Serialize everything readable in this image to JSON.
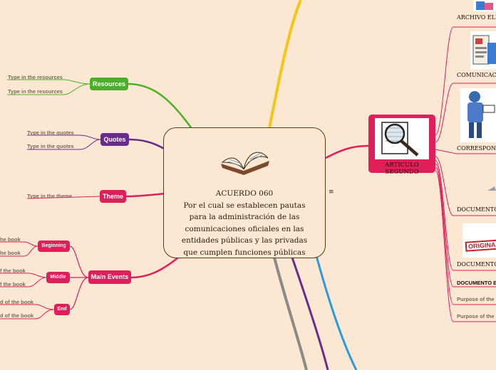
{
  "central": {
    "title_lines": [
      "ACUERDO 060",
      "Por el cual se establecen pautas",
      "para la administración de las",
      "comunicaciones oficiales en las",
      "entidades públicas y las privadas",
      "que cumplen funciones públicas"
    ]
  },
  "left": {
    "resources": {
      "label": "Resources",
      "color": "#4caf2a",
      "leaves": [
        "Type in the resources",
        "Type in the resources"
      ]
    },
    "quotes": {
      "label": "Quotes",
      "color": "#6a2c8c",
      "leaves": [
        "Type in the quotes",
        "Type in the quotes"
      ]
    },
    "theme": {
      "label": "Theme",
      "color": "#e01e5a",
      "leaves": [
        "Type in the theme"
      ]
    },
    "main_events": {
      "label": "Main Events",
      "color": "#e01e5a",
      "beginning": {
        "label": "Beginning",
        "leaves": [
          "he book",
          "he book"
        ]
      },
      "middle": {
        "label": "Middle",
        "leaves": [
          "f the book",
          "f the book"
        ]
      },
      "end": {
        "label": "End",
        "leaves": [
          "d of the book",
          "d of the book"
        ]
      }
    }
  },
  "right": {
    "article": {
      "label": "ARTICULO SEGUNDO",
      "color": "#e01e5a"
    },
    "children": {
      "archivo": "ARCHIVO ELEC",
      "comunicaciones": "COMUNICACIONE",
      "correspondencia": "CORRESPONDE",
      "documento1": "DOCUMENTO",
      "documento2": "DOCUMENTO",
      "documento3": "DOCUMENTO E",
      "purpose1": "Purpose of the",
      "purpose2": "Purpose of the"
    },
    "original_stamp": "ORIGINAL"
  },
  "menu_glyph": "≡"
}
